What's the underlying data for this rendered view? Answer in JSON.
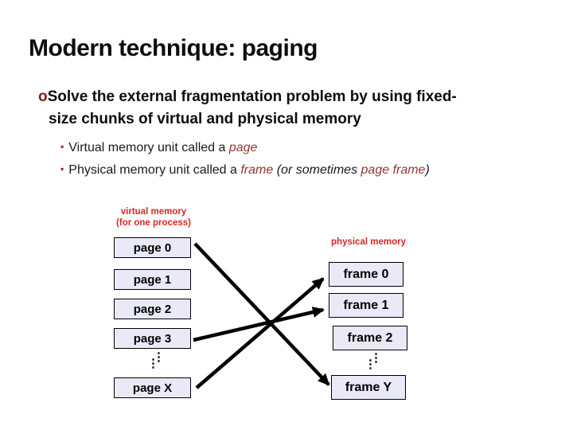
{
  "slide": {
    "title": "Modern technique: paging",
    "bullet": {
      "marker": "o",
      "line1": "Solve the external fragmentation problem by using fixed-",
      "line2": "size chunks of virtual and physical memory"
    },
    "sub_bullets": {
      "marker": "▪",
      "item1": {
        "text": "Virtual memory unit called a ",
        "em": "page"
      },
      "item2": {
        "text": "Physical memory unit called a ",
        "em": "frame",
        "mid": " (or sometimes ",
        "em2": "page frame",
        "end": ")"
      }
    }
  },
  "diagram": {
    "virtual_label": {
      "line1": "virtual memory",
      "line2": "(for one process)"
    },
    "physical_label": "physical memory",
    "pages": [
      "page 0",
      "page 1",
      "page 2",
      "page 3",
      "page X"
    ],
    "frames": [
      "frame 0",
      "frame 1",
      "frame 2",
      "frame Y"
    ],
    "ellipsis": "⋮",
    "mappings": [
      {
        "from": "page 0",
        "to": "frame Y"
      },
      {
        "from": "page 3",
        "to": "frame 1"
      },
      {
        "from": "page X",
        "to": "frame 0"
      }
    ]
  },
  "colors": {
    "label_red": "#d92525",
    "emphasis_red": "#963634",
    "bullet_red": "#7a1f1f",
    "box_fill": "#e9e9f8",
    "text": "#0d0d0d"
  }
}
